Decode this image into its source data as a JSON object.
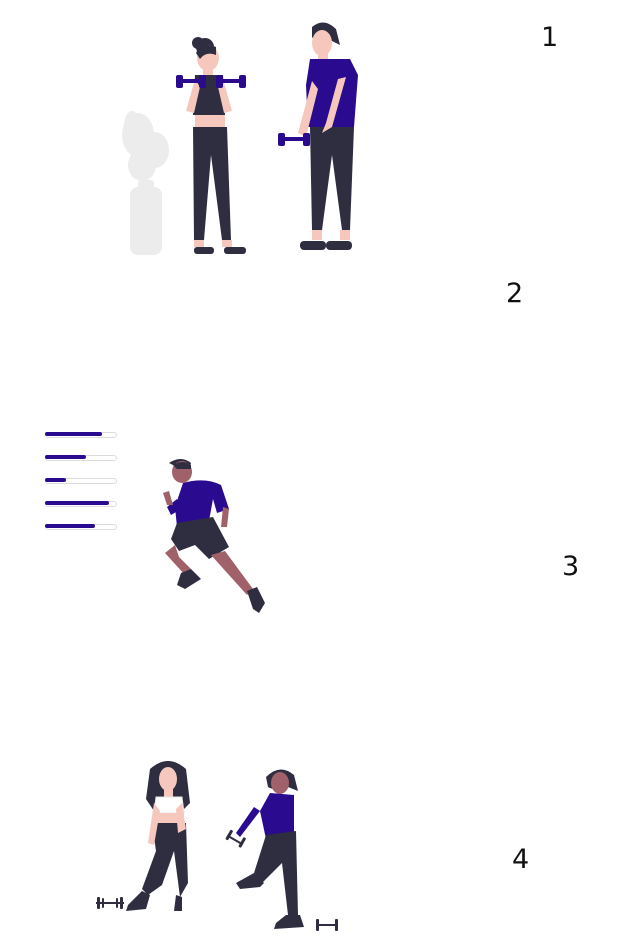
{
  "steps": [
    {
      "number": "1"
    },
    {
      "number": "2"
    },
    {
      "number": "3"
    },
    {
      "number": "4"
    }
  ],
  "colors": {
    "accent": "#2a0a8f",
    "dark": "#2f2e41",
    "skin_light": "#f6c8bd",
    "skin_dark": "#a0616a",
    "plant": "#ececec"
  },
  "progress_bars": [
    {
      "fill": 0.82
    },
    {
      "fill": 0.58
    },
    {
      "fill": 0.3
    },
    {
      "fill": 0.92
    },
    {
      "fill": 0.72
    }
  ],
  "icons": [
    "plant-icon",
    "dumbbell-icon"
  ]
}
